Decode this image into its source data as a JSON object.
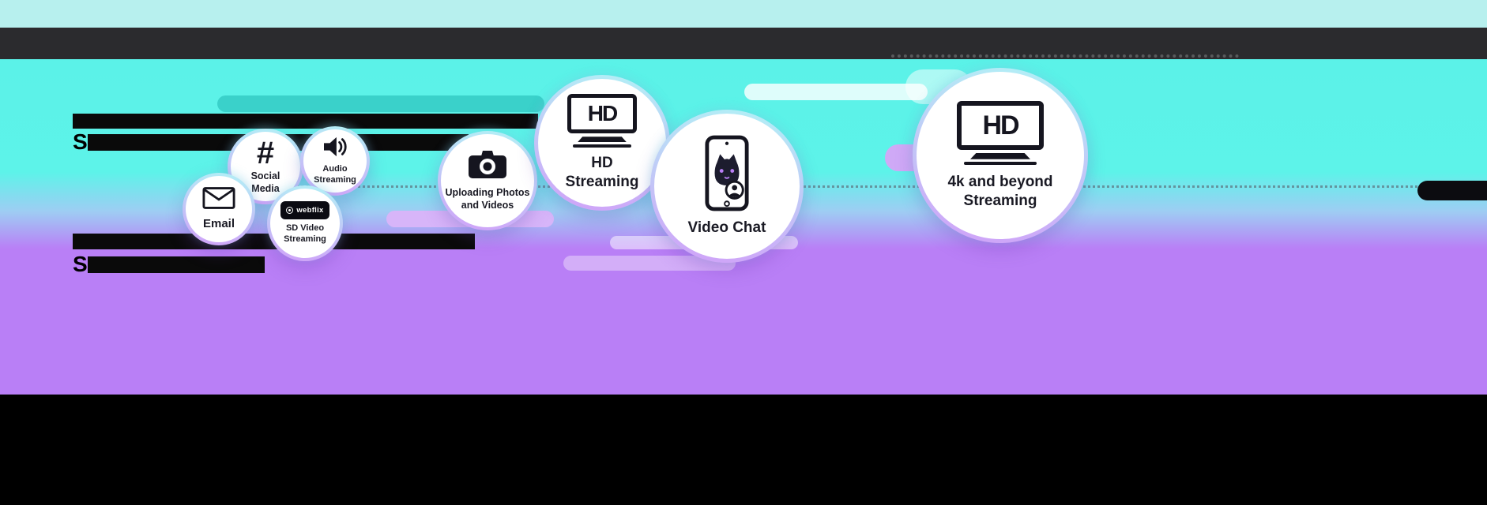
{
  "colors": {
    "top_strip": "#b7f0ee",
    "header_bar": "#2b2b2e",
    "background_cyan": "#5df3e9",
    "background_purple": "#b97ff6",
    "footer": "#000000",
    "bubble_rim_top": "#b3eef6",
    "bubble_rim_bottom": "#cfa4f8",
    "pill_teal": "#38cfc8",
    "pill_lavender": "#d3aef8"
  },
  "bubbles": [
    {
      "id": "email",
      "label": "Email",
      "icon": "envelope-icon"
    },
    {
      "id": "social-media",
      "label": "Social Media",
      "icon": "hashtag-icon",
      "icon_glyph": "#"
    },
    {
      "id": "audio-streaming",
      "label": "Audio Streaming",
      "icon": "speaker-icon"
    },
    {
      "id": "sd-video-streaming",
      "label": "SD Video Streaming",
      "icon": "webflix-badge-icon",
      "badge_text": "webflix"
    },
    {
      "id": "uploading-photos-and-videos",
      "label": "Uploading Photos and Videos",
      "icon": "camera-icon"
    },
    {
      "id": "hd-streaming",
      "label": "HD Streaming",
      "icon": "tv-hd-icon",
      "icon_text": "HD"
    },
    {
      "id": "video-chat",
      "label": "Video Chat",
      "icon": "phone-video-call-cat-icon"
    },
    {
      "id": "4k-streaming",
      "label": "4k and beyond Streaming",
      "icon": "tv-hd-icon",
      "icon_text": "HD"
    }
  ],
  "redacted": {
    "top_group_row2_initial": "S",
    "bottom_group_row2_initial": "S"
  }
}
